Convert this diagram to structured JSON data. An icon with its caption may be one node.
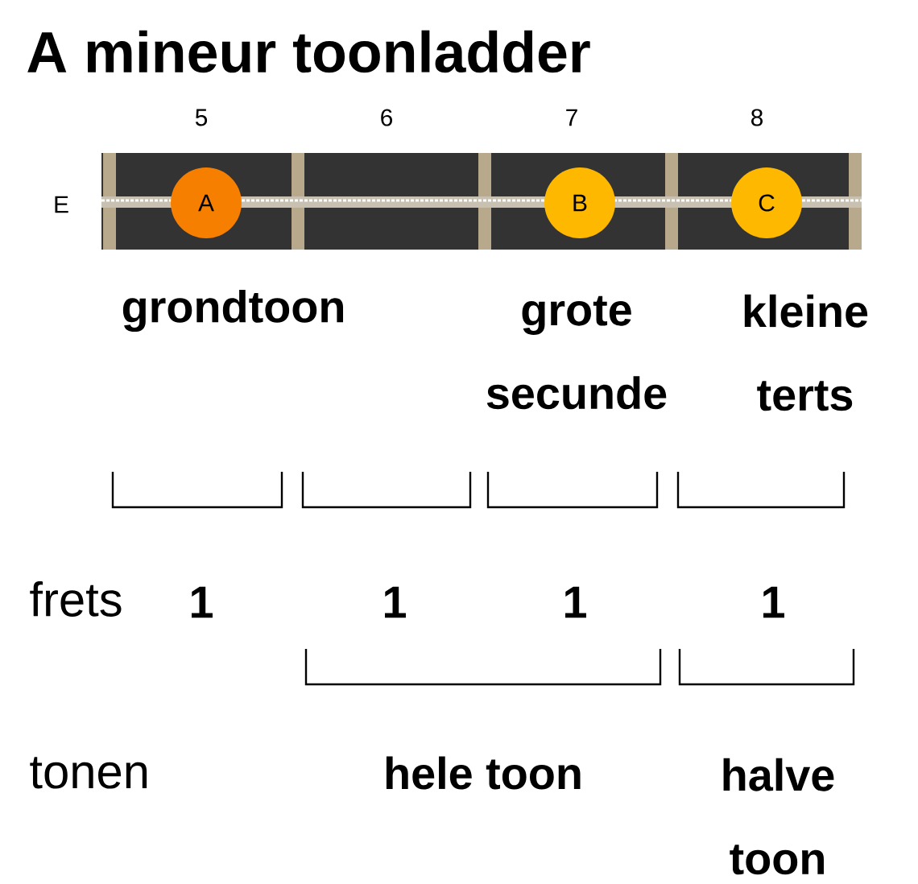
{
  "diagram": {
    "title": "A mineur toonladder",
    "nodes": [
      {
        "text": [
          "A"
        ]
      },
      {
        "text": [
          "B"
        ]
      },
      {
        "text": [
          "C"
        ]
      }
    ],
    "edges": [],
    "labels": [
      "5",
      "6",
      "7",
      "8",
      "E",
      "grondtoon",
      "grote secunde",
      "kleine terts",
      "frets",
      "1",
      "1",
      "1",
      "1",
      "tonen",
      "hele toon",
      "halve toon"
    ]
  }
}
